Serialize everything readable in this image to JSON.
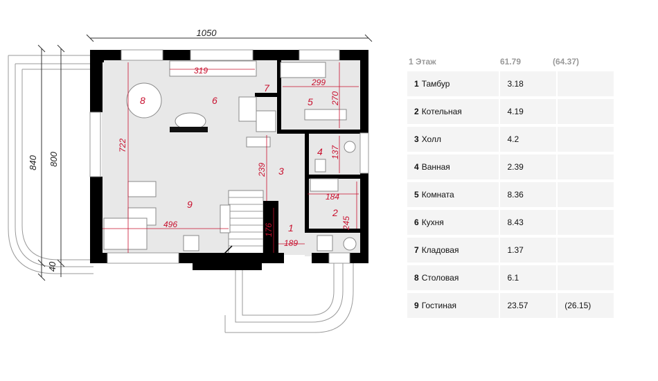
{
  "plan": {
    "dims": {
      "width_total": "1050",
      "height_outer": "840",
      "height_inner": "800",
      "offset_bottom": "40"
    },
    "inner_dims": [
      "319",
      "299",
      "270",
      "722",
      "137",
      "239",
      "184",
      "245",
      "496",
      "176",
      "189"
    ],
    "room_numbers": [
      "1",
      "2",
      "3",
      "4",
      "5",
      "6",
      "7",
      "8",
      "9"
    ]
  },
  "table": {
    "header": {
      "floor_num": "1",
      "floor_label": "Этаж",
      "area": "61.79",
      "area_total": "(64.37)"
    },
    "rows": [
      {
        "num": "1",
        "name": "Тамбур",
        "area": "3.18",
        "extra": ""
      },
      {
        "num": "2",
        "name": "Котельная",
        "area": "4.19",
        "extra": ""
      },
      {
        "num": "3",
        "name": "Холл",
        "area": "4.2",
        "extra": ""
      },
      {
        "num": "4",
        "name": "Ванная",
        "area": "2.39",
        "extra": ""
      },
      {
        "num": "5",
        "name": "Комната",
        "area": "8.36",
        "extra": ""
      },
      {
        "num": "6",
        "name": "Кухня",
        "area": "8.43",
        "extra": ""
      },
      {
        "num": "7",
        "name": "Кладовая",
        "area": "1.37",
        "extra": ""
      },
      {
        "num": "8",
        "name": "Столовая",
        "area": "6.1",
        "extra": ""
      },
      {
        "num": "9",
        "name": "Гостиная",
        "area": "23.57",
        "extra": "(26.15)"
      }
    ]
  },
  "colors": {
    "dim_red": "#c8102e",
    "floor_fill": "#e8e8e8",
    "wall": "#000000"
  }
}
